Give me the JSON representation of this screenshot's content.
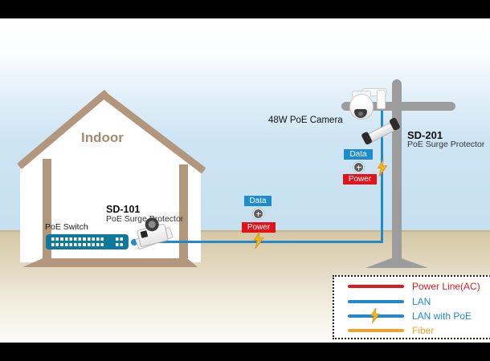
{
  "diagram": {
    "house": {
      "label": "Indoor"
    },
    "switch": {
      "label": "PoE Switch"
    },
    "sd101": {
      "model": "SD-101",
      "description": "PoE Surge Protector"
    },
    "sd201": {
      "model": "SD-201",
      "description": "PoE Surge Protector"
    },
    "camera": {
      "label": "48W PoE Camera"
    },
    "link_badges": {
      "data": "Data",
      "power": "Power",
      "plus": "+"
    }
  },
  "legend": {
    "items": [
      {
        "id": "power-line-ac",
        "label": "Power Line(AC)",
        "color": "#e0191f"
      },
      {
        "id": "lan",
        "label": "LAN",
        "color": "#2289cc"
      },
      {
        "id": "lan-with-poe",
        "label": "LAN with PoE",
        "color": "#2289cc"
      },
      {
        "id": "fiber",
        "label": "Fiber",
        "color": "#f0a32a"
      }
    ]
  },
  "colors": {
    "lan_line": "#2289cc",
    "power_badge": "#e1121a",
    "data_badge": "#1e8bcd",
    "lightning_bolt": "#f5b31c",
    "house_tan": "#b3977c",
    "pole_gray": "#9c9c9c",
    "switch_teal": "#10799b"
  }
}
